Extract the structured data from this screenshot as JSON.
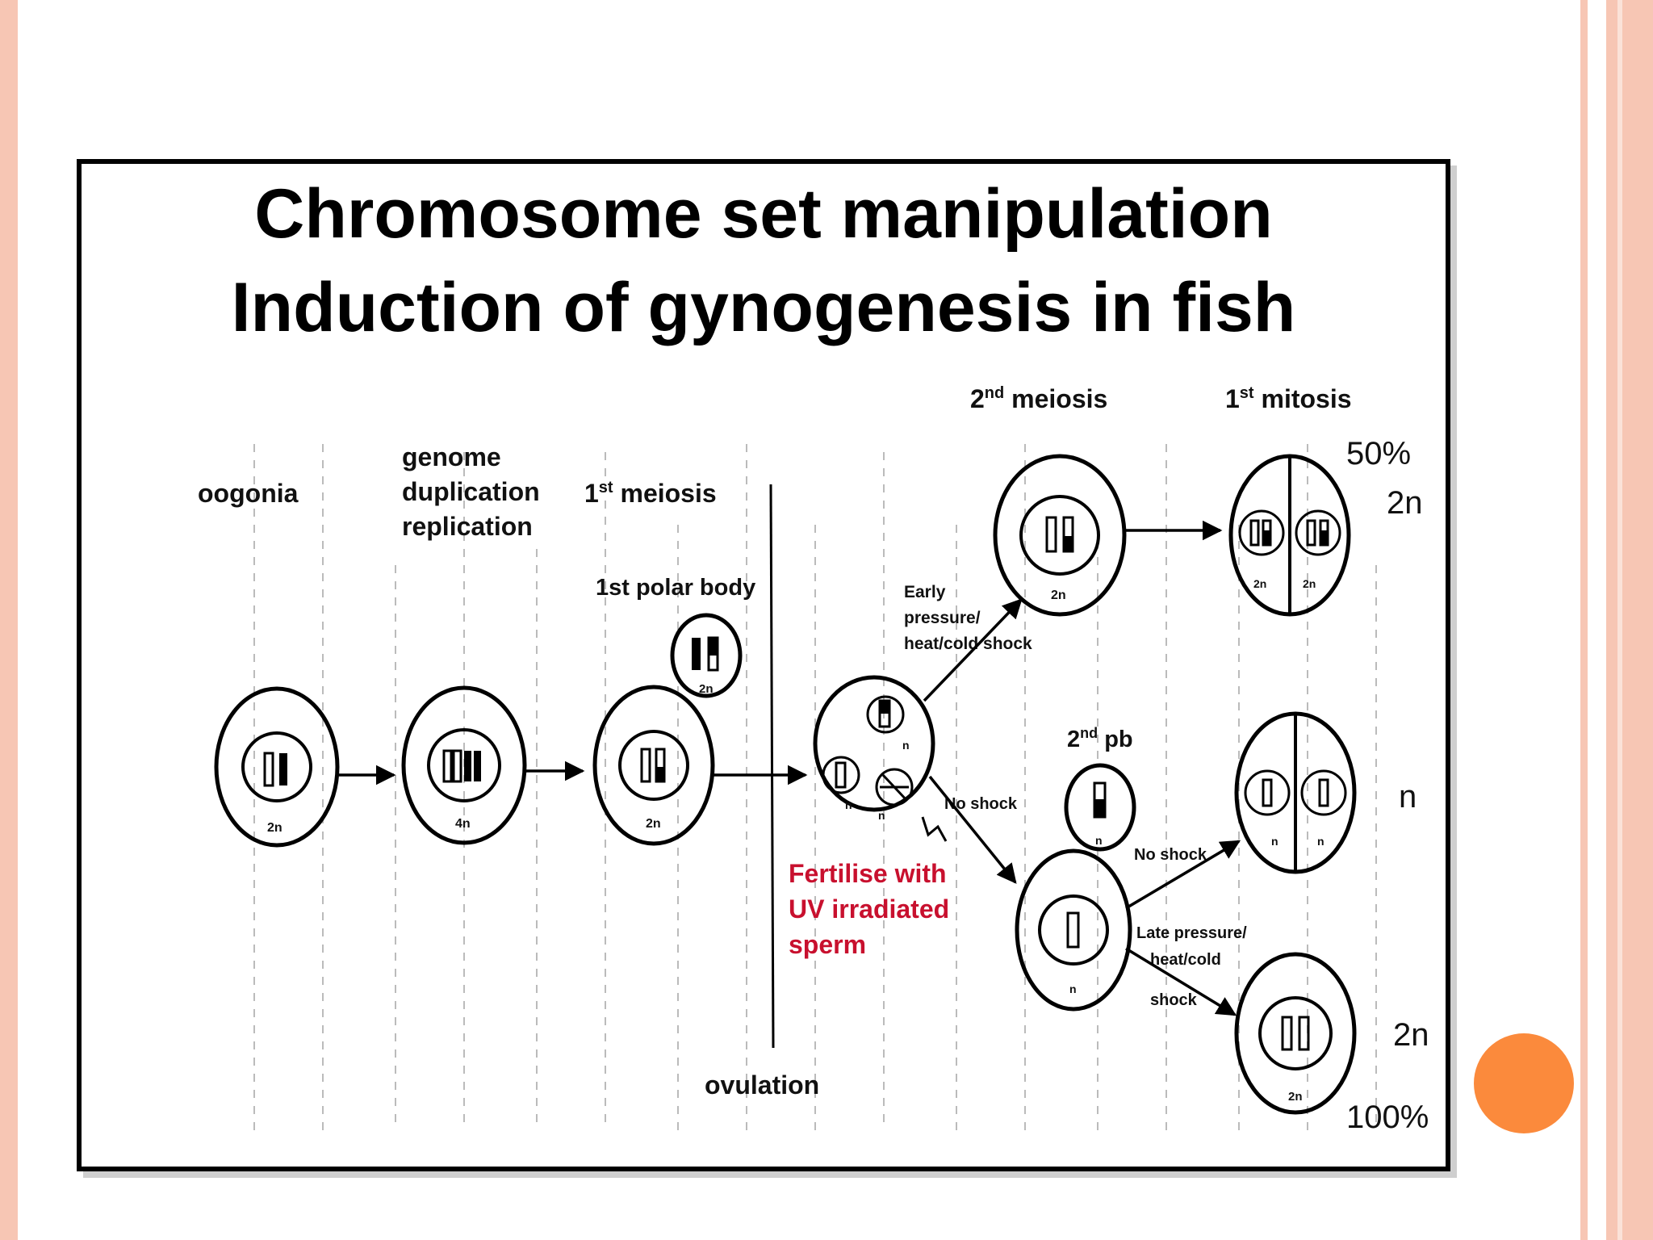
{
  "title_line1": "Chromosome set manipulation",
  "title_line2": "Induction of gynogenesis in fish",
  "stages": {
    "oogonia": "oogonia",
    "genome_dup": [
      "genome",
      "duplication",
      "replication"
    ],
    "meiosis1": {
      "base": "1",
      "sup": "st",
      "text": " meiosis"
    },
    "meiosis2": {
      "base": "2",
      "sup": "nd",
      "text": " meiosis"
    },
    "mitosis1": {
      "base": "1",
      "sup": "st",
      "text": " mitosis"
    },
    "polar_body": "1st polar body",
    "pb2": {
      "base": "2",
      "sup": "nd",
      "text": " pb"
    },
    "ovulation": "ovulation"
  },
  "fertilise": [
    "Fertilise with",
    "UV irradiated",
    "sperm"
  ],
  "treatments": {
    "early": [
      "Early",
      "pressure/",
      "heat/cold   shock"
    ],
    "no_shock_1": "No shock",
    "no_shock_2": "No shock",
    "late": [
      "Late pressure/",
      "heat/cold",
      "shock"
    ]
  },
  "ploidy": {
    "n2": "2n",
    "n4": "4n",
    "n1": "n"
  },
  "outcomes": {
    "top_pct": "50%",
    "top_ploidy": "2n",
    "mid_ploidy": "n",
    "bottom_ploidy": "2n",
    "bottom_pct": "100%"
  },
  "colors": {
    "accent": "#fb8a3c",
    "edge": "#f7c6b4",
    "red_text": "#c8102e"
  }
}
